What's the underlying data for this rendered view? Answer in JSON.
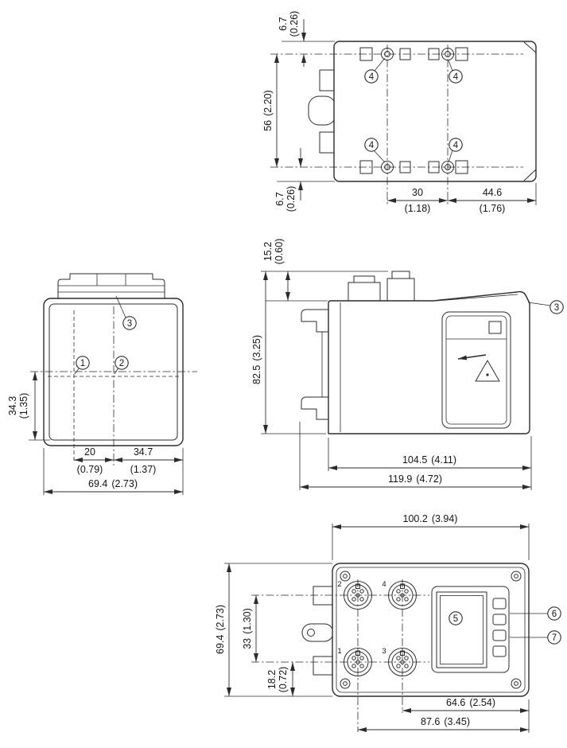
{
  "figure": {
    "type": "dimensional-drawing",
    "units": "mm (inch)"
  },
  "callouts": {
    "c1": "1",
    "c2": "2",
    "c3": "3",
    "c4": "4",
    "c5": "5",
    "c6": "6",
    "c7": "7"
  },
  "top_view": {
    "dim_top_edge_to_holes": {
      "mm": "6.7",
      "in": "(0.26)"
    },
    "dim_hole_rows_spacing": {
      "mm": "56",
      "in": "(2.20)"
    },
    "dim_bottom_edge_to_holes": {
      "mm": "6.7",
      "in": "(0.26)"
    },
    "dim_hole_cols_spacing": {
      "mm": "30",
      "in": "(1.18)"
    },
    "dim_holes_to_right_edge": {
      "mm": "44.6",
      "in": "(1.76)"
    }
  },
  "front_view": {
    "dim_axis_to_bottom": {
      "mm": "34.3",
      "in": "(1.35)"
    },
    "dim_axis1_to_center": {
      "mm": "20",
      "in": "(0.79)"
    },
    "dim_center_to_right_edge": {
      "mm": "34.7",
      "in": "(1.37)"
    },
    "dim_width": {
      "mm": "69.4",
      "in": "(2.73)"
    }
  },
  "side_view": {
    "dim_connector_protrusion": {
      "mm": "15.2",
      "in": "(0.60)"
    },
    "dim_height": {
      "mm": "82.5",
      "in": "(3.25)"
    },
    "dim_body_depth": {
      "mm": "104.5",
      "in": "(4.11)"
    },
    "dim_total_depth": {
      "mm": "119.9",
      "in": "(4.72)"
    }
  },
  "bottom_view": {
    "dim_width": {
      "mm": "100.2",
      "in": "(3.94)"
    },
    "dim_height": {
      "mm": "69.4",
      "in": "(2.73)"
    },
    "dim_connector_rows_spacing": {
      "mm": "33",
      "in": "(1.30)"
    },
    "dim_row_to_bottom_edge": {
      "mm": "18.2",
      "in": "(0.72)"
    },
    "dim_col2_to_right_edge": {
      "mm": "64.6",
      "in": "(2.54)"
    },
    "dim_col1_to_right_edge": {
      "mm": "87.6",
      "in": "(3.45)"
    },
    "ports": {
      "top_left": "2",
      "top_right": "4",
      "bottom_left": "1",
      "bottom_right": "3"
    }
  }
}
